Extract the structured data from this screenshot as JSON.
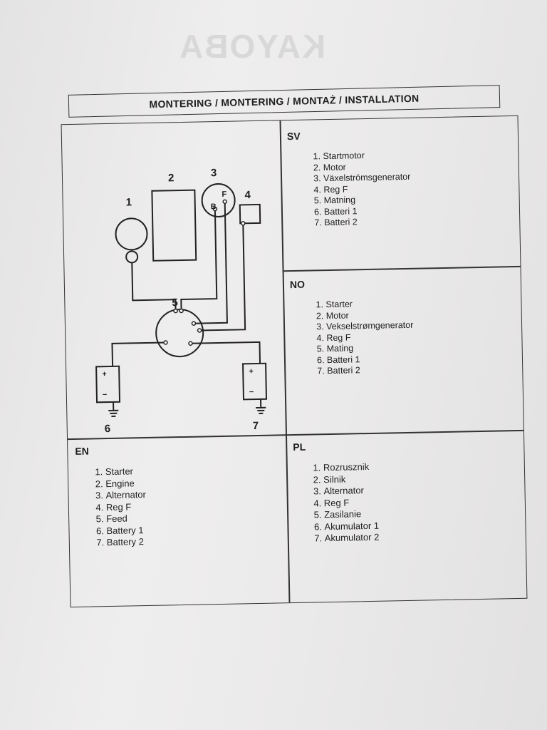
{
  "header": {
    "title": "MONTERING / MONTERING / MONTAŻ / INSTALLATION"
  },
  "watermark": {
    "text": "KAYOBA"
  },
  "diagram": {
    "labels": [
      "1",
      "2",
      "3",
      "4",
      "5",
      "6",
      "7"
    ],
    "terminal_b": "B",
    "terminal_f": "F",
    "plus": "+",
    "minus": "−"
  },
  "sections": {
    "sv": {
      "title": "SV",
      "items": [
        "Startmotor",
        "Motor",
        "Växelströmsgenerator",
        "Reg F",
        "Matning",
        "Batteri 1",
        "Batteri 2"
      ]
    },
    "no": {
      "title": "NO",
      "items": [
        "Starter",
        "Motor",
        "Vekselstrømgenerator",
        "Reg F",
        "Mating",
        "Batteri 1",
        "Batteri 2"
      ]
    },
    "en": {
      "title": "EN",
      "items": [
        "Starter",
        "Engine",
        "Alternator",
        "Reg F",
        "Feed",
        "Battery 1",
        "Battery 2"
      ]
    },
    "pl": {
      "title": "PL",
      "items": [
        "Rozrusznik",
        "Silnik",
        "Alternator",
        "Reg F",
        "Zasilanie",
        "Akumulator 1",
        "Akumulator 2"
      ]
    }
  }
}
